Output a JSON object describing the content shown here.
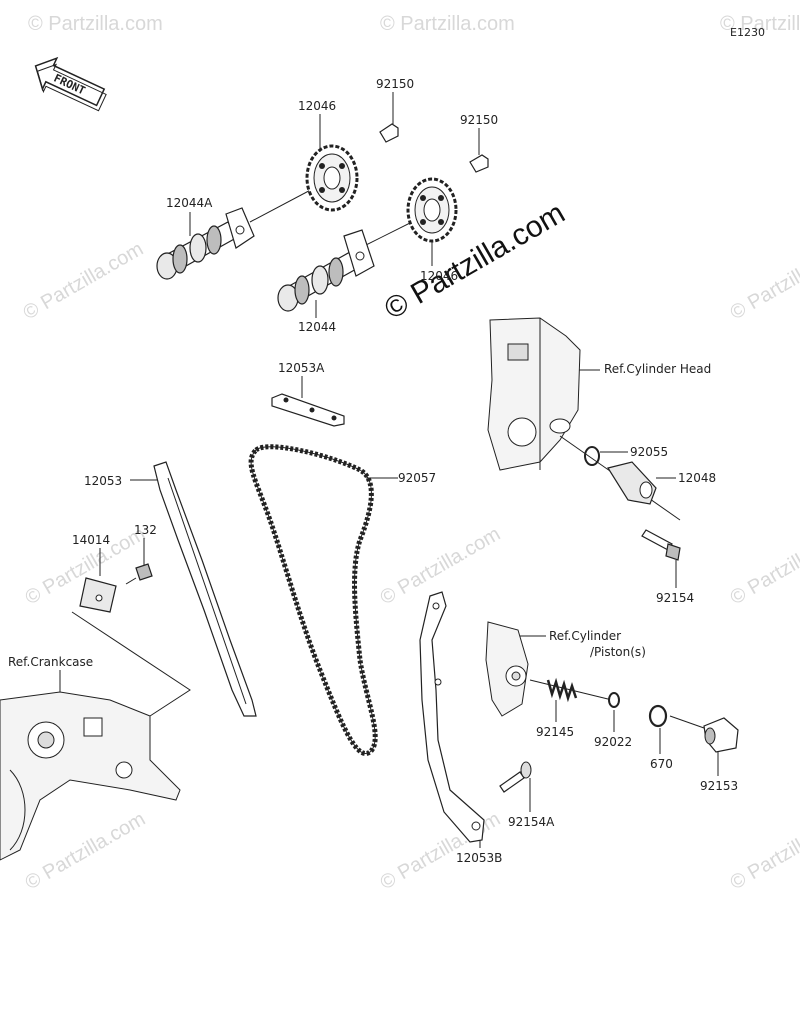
{
  "diagram_code": "E1230",
  "front_label": "FRONT",
  "watermark_text": "© Partzilla.com",
  "watermark_small": "© Partzilla.com",
  "parts": {
    "p92150a": "92150",
    "p12046": "12046",
    "p92150b": "92150",
    "p12044A": "12044A",
    "p12046b": "12046",
    "p12044": "12044",
    "p12053A": "12053A",
    "p92057": "92057",
    "p12053": "12053",
    "p14014": "14014",
    "p132": "132",
    "p92055": "92055",
    "p12048": "12048",
    "p92154": "92154",
    "p92145": "92145",
    "p92022": "92022",
    "p670": "670",
    "p92153": "92153",
    "p92154A": "92154A",
    "p12053B": "12053B"
  },
  "refs": {
    "cylinder_head": "Ref.Cylinder Head",
    "crankcase": "Ref.Crankcase",
    "cylinder_line1": "Ref.Cylinder",
    "cylinder_line2": "/Piston(s)"
  }
}
